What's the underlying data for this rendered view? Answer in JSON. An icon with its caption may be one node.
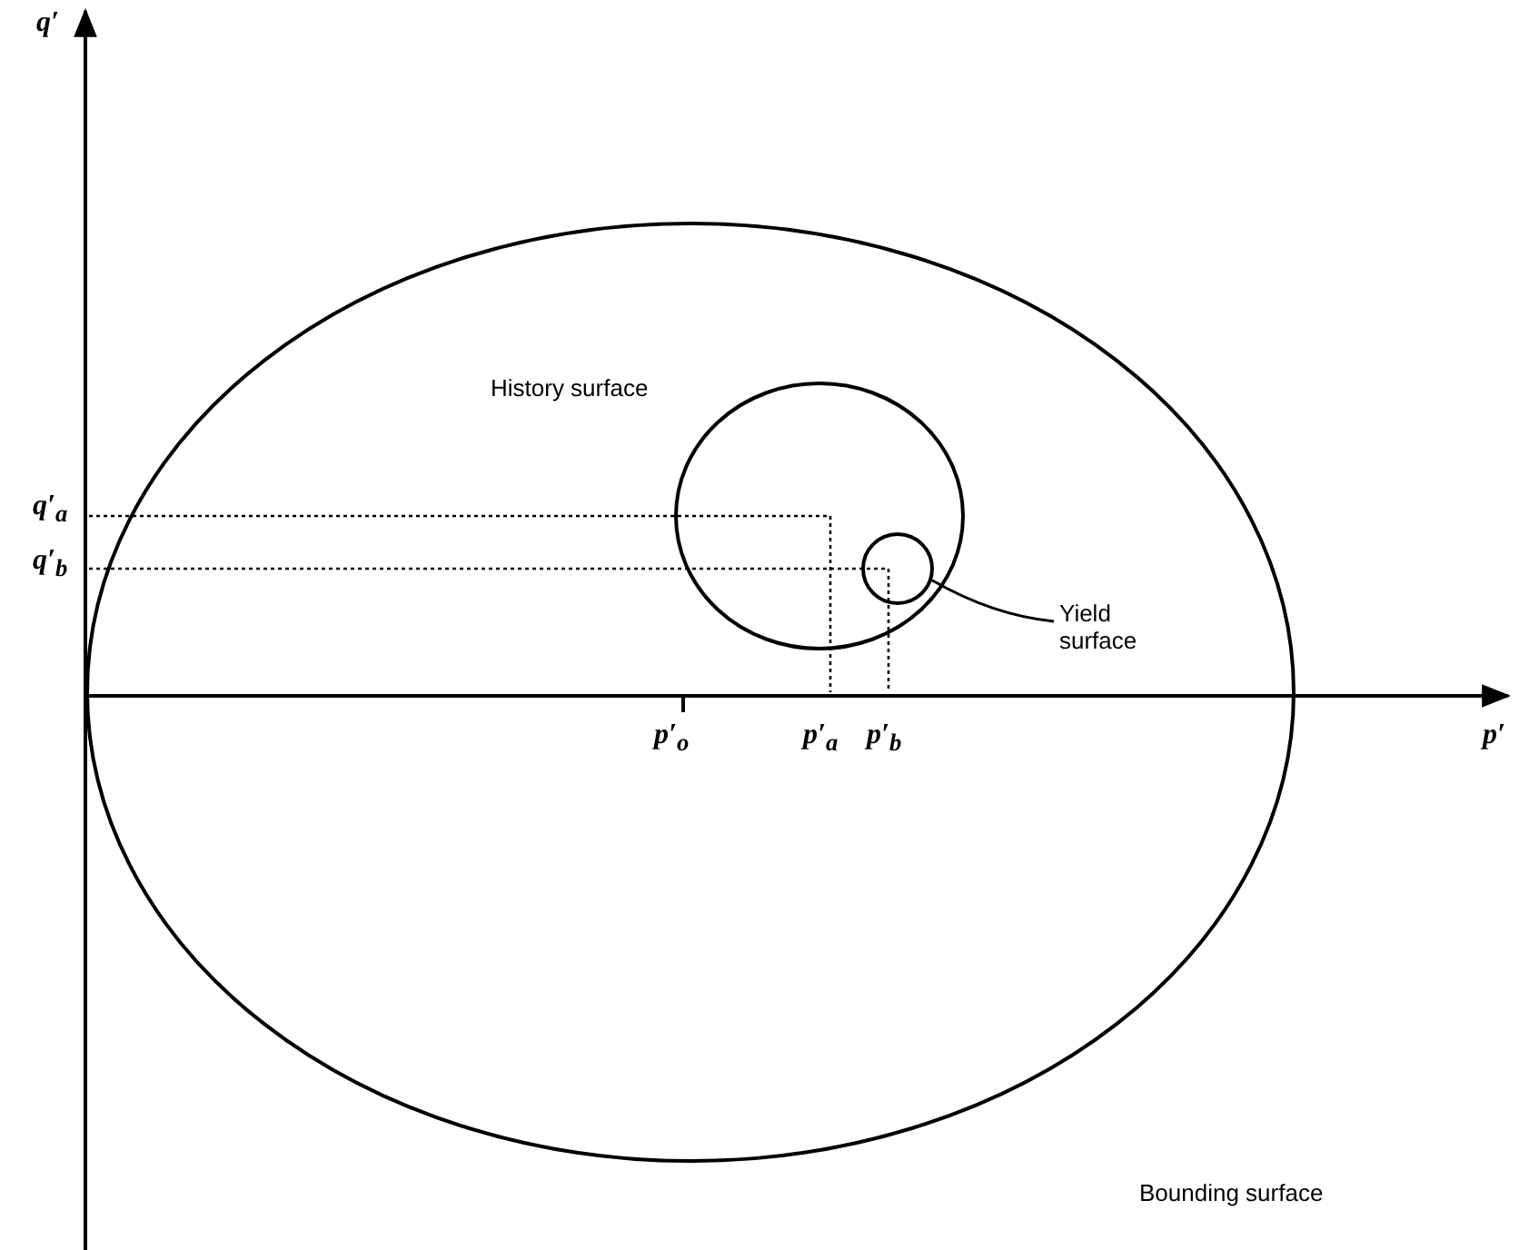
{
  "diagram": {
    "nodes": [
      {
        "text": [
          "Bounding surface"
        ]
      },
      {
        "text": [
          "History surface"
        ],
        "in": 0
      },
      {
        "text": [],
        "shape": "circle",
        "in": 1
      },
      {
        "text": [
          "Yield surface"
        ],
        "in": 0
      }
    ],
    "edges": [
      {
        "from": 3,
        "to": 2,
        "arrow": "none"
      }
    ],
    "labels": [
      "q′",
      "q′$_{a}$",
      "q′$_{b}$",
      "p′$_{o}$",
      "p′$_{a}$",
      "p′$_{b}$",
      "p′"
    ]
  }
}
